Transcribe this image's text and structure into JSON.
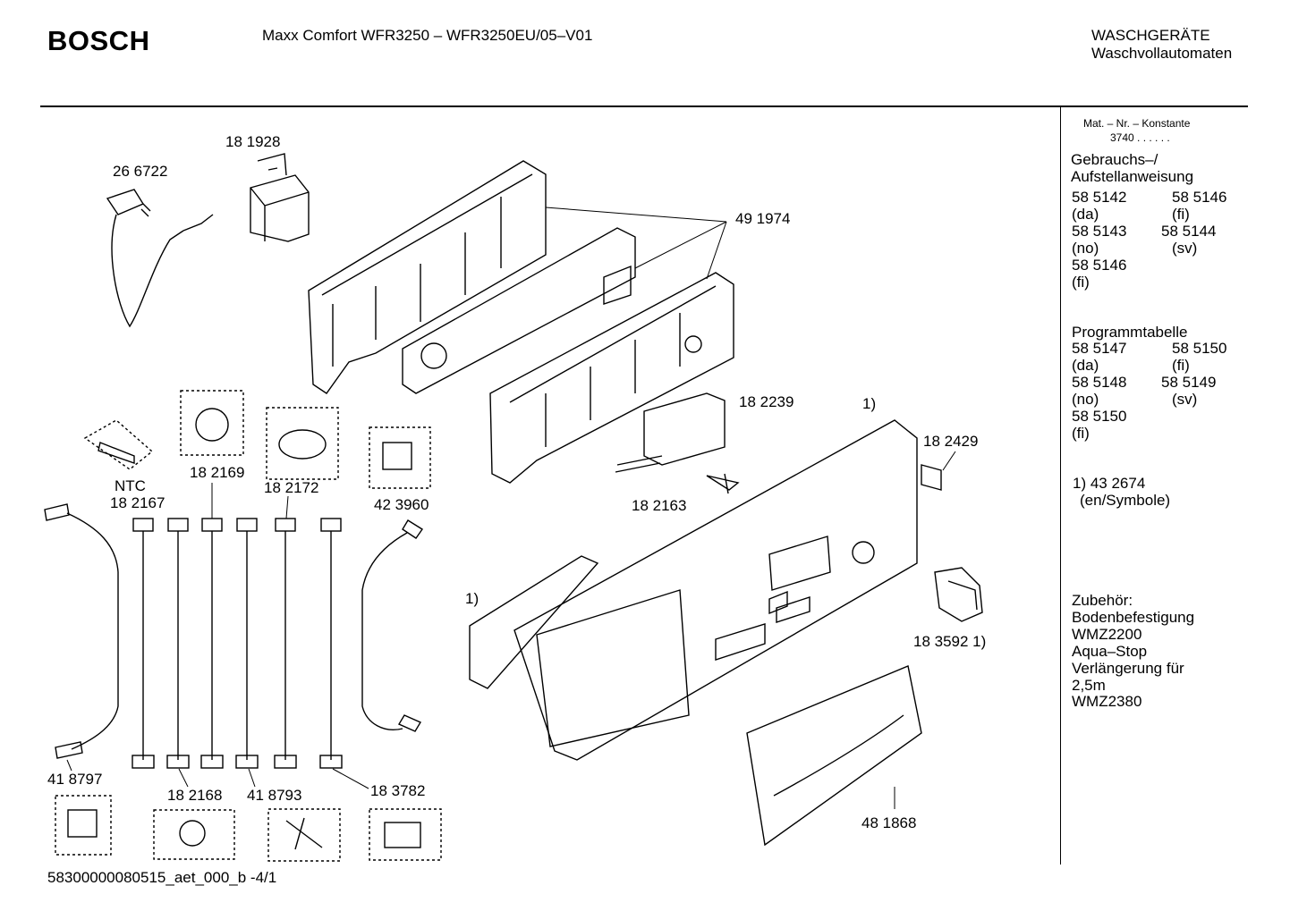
{
  "header": {
    "brand": "BOSCH",
    "model": "Maxx Comfort WFR3250 – WFR3250EU/05–V01",
    "category_line1": "WASCHGERÄTE",
    "category_line2": "Waschvollautomaten"
  },
  "sidebar": {
    "mat_title": "Mat. – Nr. – Konstante",
    "mat_value": "3740 . .  . . . .",
    "manual_title_1": "Gebrauchs–/",
    "manual_title_2": "Aufstellanweisung",
    "manual_entries": [
      {
        "a": "58 5142",
        "b": "58 5146"
      },
      {
        "a": "(da)",
        "b": "(fi)"
      },
      {
        "a": "58 5143",
        "b": "58 5144"
      },
      {
        "a": "(no)",
        "b": "(sv)"
      },
      {
        "a": "58 5146",
        "b": ""
      },
      {
        "a": "(fi)",
        "b": ""
      }
    ],
    "program_title": "Programmtabelle",
    "program_entries": [
      {
        "a": "58 5147",
        "b": "58 5150"
      },
      {
        "a": "(da)",
        "b": "(fi)"
      },
      {
        "a": "58 5148",
        "b": "58 5149"
      },
      {
        "a": "(no)",
        "b": "(sv)"
      },
      {
        "a": "58 5150",
        "b": ""
      },
      {
        "a": "(fi)",
        "b": ""
      }
    ],
    "note_1": "1)  43 2674",
    "note_2": "(en/Symbole)",
    "accessories": [
      "Zubehör:",
      "Bodenbefestigung",
      "WMZ2200",
      "Aqua–Stop",
      "Verlängerung für",
      "2,5m",
      "WMZ2380"
    ]
  },
  "parts": [
    {
      "id": "p181928",
      "label": "18 1928"
    },
    {
      "id": "p266722",
      "label": "26 6722"
    },
    {
      "id": "p491974",
      "label": "49 1974"
    },
    {
      "id": "p182239",
      "label": "18 2239"
    },
    {
      "id": "p1a",
      "label": "1)"
    },
    {
      "id": "p182429",
      "label": "18 2429"
    },
    {
      "id": "p182163",
      "label": "18 2163"
    },
    {
      "id": "pntc",
      "label": "NTC"
    },
    {
      "id": "p182167",
      "label": "18 2167"
    },
    {
      "id": "p182169",
      "label": "18 2169"
    },
    {
      "id": "p182172",
      "label": "18 2172"
    },
    {
      "id": "p423960",
      "label": "42 3960"
    },
    {
      "id": "p1b",
      "label": "1)"
    },
    {
      "id": "p183592",
      "label": "18 3592 1)"
    },
    {
      "id": "p418797",
      "label": "41 8797"
    },
    {
      "id": "p182168",
      "label": "18 2168"
    },
    {
      "id": "p418793",
      "label": "41 8793"
    },
    {
      "id": "p183782",
      "label": "18 3782"
    },
    {
      "id": "p481868",
      "label": "48 1868"
    }
  ],
  "footer": "58300000080515_aet_000_b  -4/1"
}
